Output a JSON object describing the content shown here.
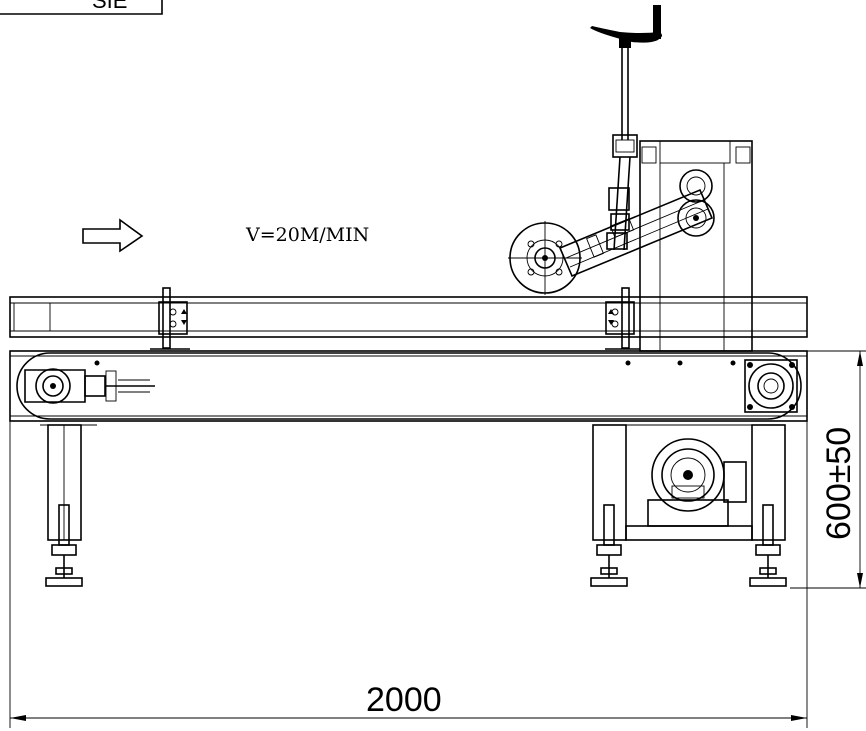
{
  "title_fragment": "SIE",
  "flow_arrow": {
    "icon": "direction-arrow-icon"
  },
  "speed_label": "V=20M/MIN",
  "dimensions": {
    "overall_length": "2000",
    "height": "600±50"
  }
}
